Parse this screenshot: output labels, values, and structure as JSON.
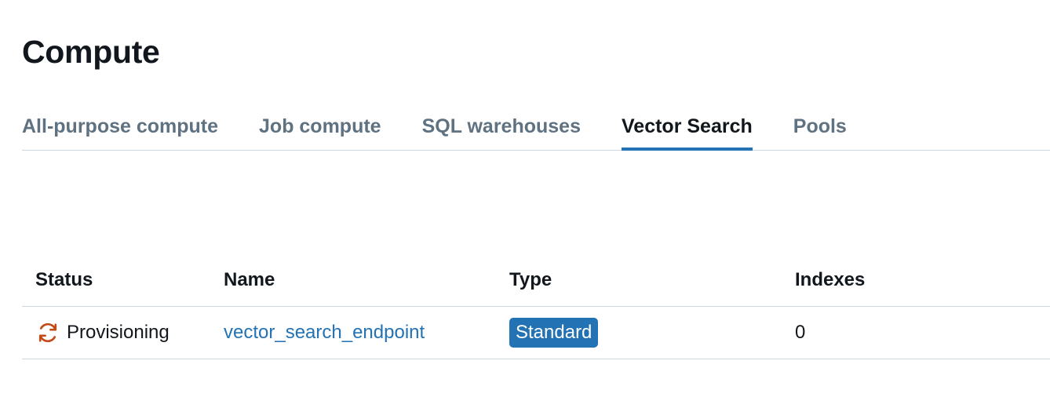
{
  "page": {
    "title": "Compute"
  },
  "tabs": [
    {
      "label": "All-purpose compute",
      "active": false
    },
    {
      "label": "Job compute",
      "active": false
    },
    {
      "label": "SQL warehouses",
      "active": false
    },
    {
      "label": "Vector Search",
      "active": true
    },
    {
      "label": "Pools",
      "active": false
    }
  ],
  "table": {
    "columns": {
      "status": "Status",
      "name": "Name",
      "type": "Type",
      "indexes": "Indexes"
    },
    "rows": [
      {
        "status": "Provisioning",
        "status_icon": "refresh-icon",
        "name": "vector_search_endpoint",
        "type": "Standard",
        "indexes": "0"
      }
    ]
  },
  "colors": {
    "accent": "#2272b4",
    "status_provisioning": "#c24a16",
    "tab_inactive": "#5f7281",
    "divider": "#cfd8df"
  }
}
